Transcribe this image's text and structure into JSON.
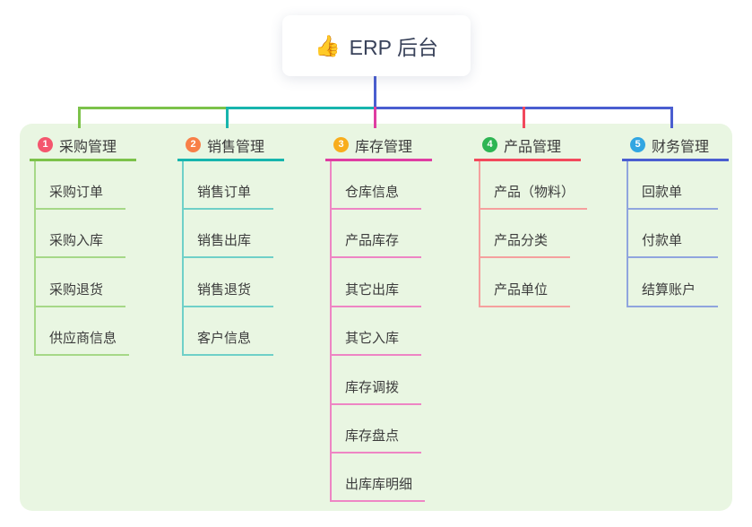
{
  "root": {
    "icon": "👍",
    "title": "ERP 后台"
  },
  "panel_color": "#e9f6e2",
  "connector_color": "#4a5ed0",
  "branches": [
    {
      "num": "1",
      "label": "采购管理",
      "badge_color": "#f4566e",
      "line_color": "#7cc24a",
      "sub_line_color": "#a6d887",
      "items": [
        "采购订单",
        "采购入库",
        "采购退货",
        "供应商信息"
      ]
    },
    {
      "num": "2",
      "label": "销售管理",
      "badge_color": "#f87f48",
      "line_color": "#17b5ad",
      "sub_line_color": "#6fd0c8",
      "items": [
        "销售订单",
        "销售出库",
        "销售退货",
        "客户信息"
      ]
    },
    {
      "num": "3",
      "label": "库存管理",
      "badge_color": "#f8ad1d",
      "line_color": "#df3da2",
      "sub_line_color": "#ee85c4",
      "items": [
        "仓库信息",
        "产品库存",
        "其它出库",
        "其它入库",
        "库存调拨",
        "库存盘点",
        "出库库明细"
      ]
    },
    {
      "num": "4",
      "label": "产品管理",
      "badge_color": "#2eb553",
      "line_color": "#f2495c",
      "sub_line_color": "#f5a09e",
      "items": [
        "产品（物料）",
        "产品分类",
        "产品单位"
      ]
    },
    {
      "num": "5",
      "label": "财务管理",
      "badge_color": "#31a6e2",
      "line_color": "#4a5ed0",
      "sub_line_color": "#90a5de",
      "items": [
        "回款单",
        "付款单",
        "结算账户"
      ]
    }
  ]
}
